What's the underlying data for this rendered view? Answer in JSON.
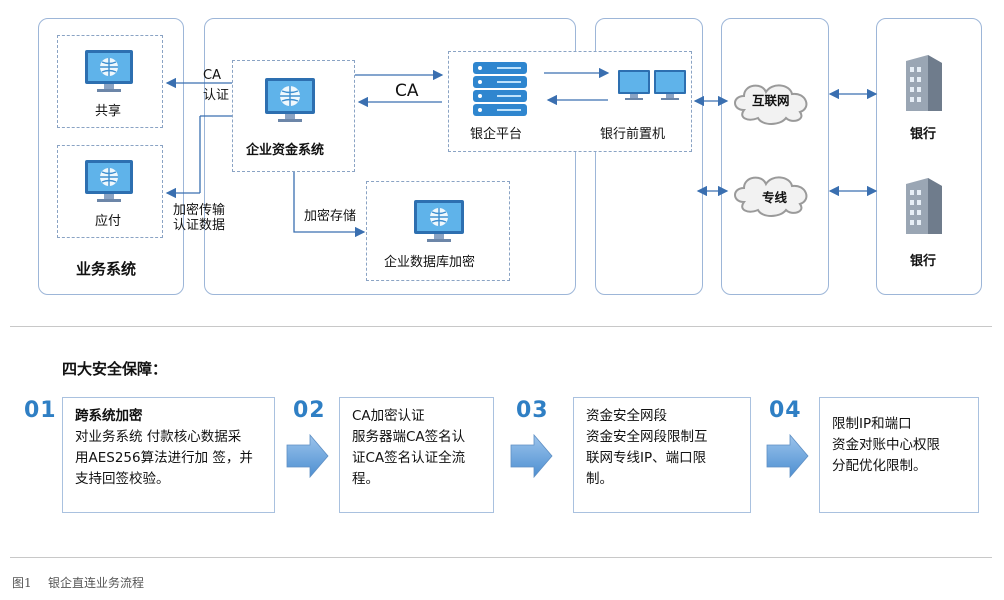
{
  "diagram": {
    "biz_group": {
      "title": "业务系统",
      "items": [
        "共享",
        "应付"
      ]
    },
    "ca_label": [
      "CA",
      "认证"
    ],
    "enc_trans_label": [
      "加密传输",
      "认证数据"
    ],
    "fund_system": "企业资金系统",
    "enc_store_label": "加密存储",
    "db_encrypt": "企业数据库加密",
    "ca_arrow_label": "CA",
    "bank_platform": "银企平台",
    "bank_front": "银行前置机",
    "internet": "互联网",
    "dedicated_line": "专线",
    "bank_1": "银行",
    "bank_2": "银行"
  },
  "security": {
    "heading": "四大安全保障：",
    "steps": [
      {
        "num": "01",
        "lines": [
          "跨系统加密",
          "对业务系统 付款核心数据采",
          "用AES256算法进行加 签，并",
          "支持回签校验。"
        ]
      },
      {
        "num": "02",
        "lines": [
          "CA加密认证",
          "服务器端CA签名认",
          "证CA签名认证全流",
          "程。"
        ]
      },
      {
        "num": "03",
        "lines": [
          "资金安全网段",
          "资金安全网段限制互",
          "联网专线IP、端口限",
          "制。"
        ]
      },
      {
        "num": "04",
        "lines": [
          "限制IP和端口",
          "资金对账中心权限",
          "分配优化限制。"
        ]
      }
    ]
  },
  "caption": {
    "fig": "图1",
    "text": "银企直连业务流程"
  },
  "colors": {
    "accent": "#2f7fc4",
    "panel_border": "#9db6d8",
    "arrow": "#3a6fb0",
    "monitor": "#3e8fd0"
  }
}
